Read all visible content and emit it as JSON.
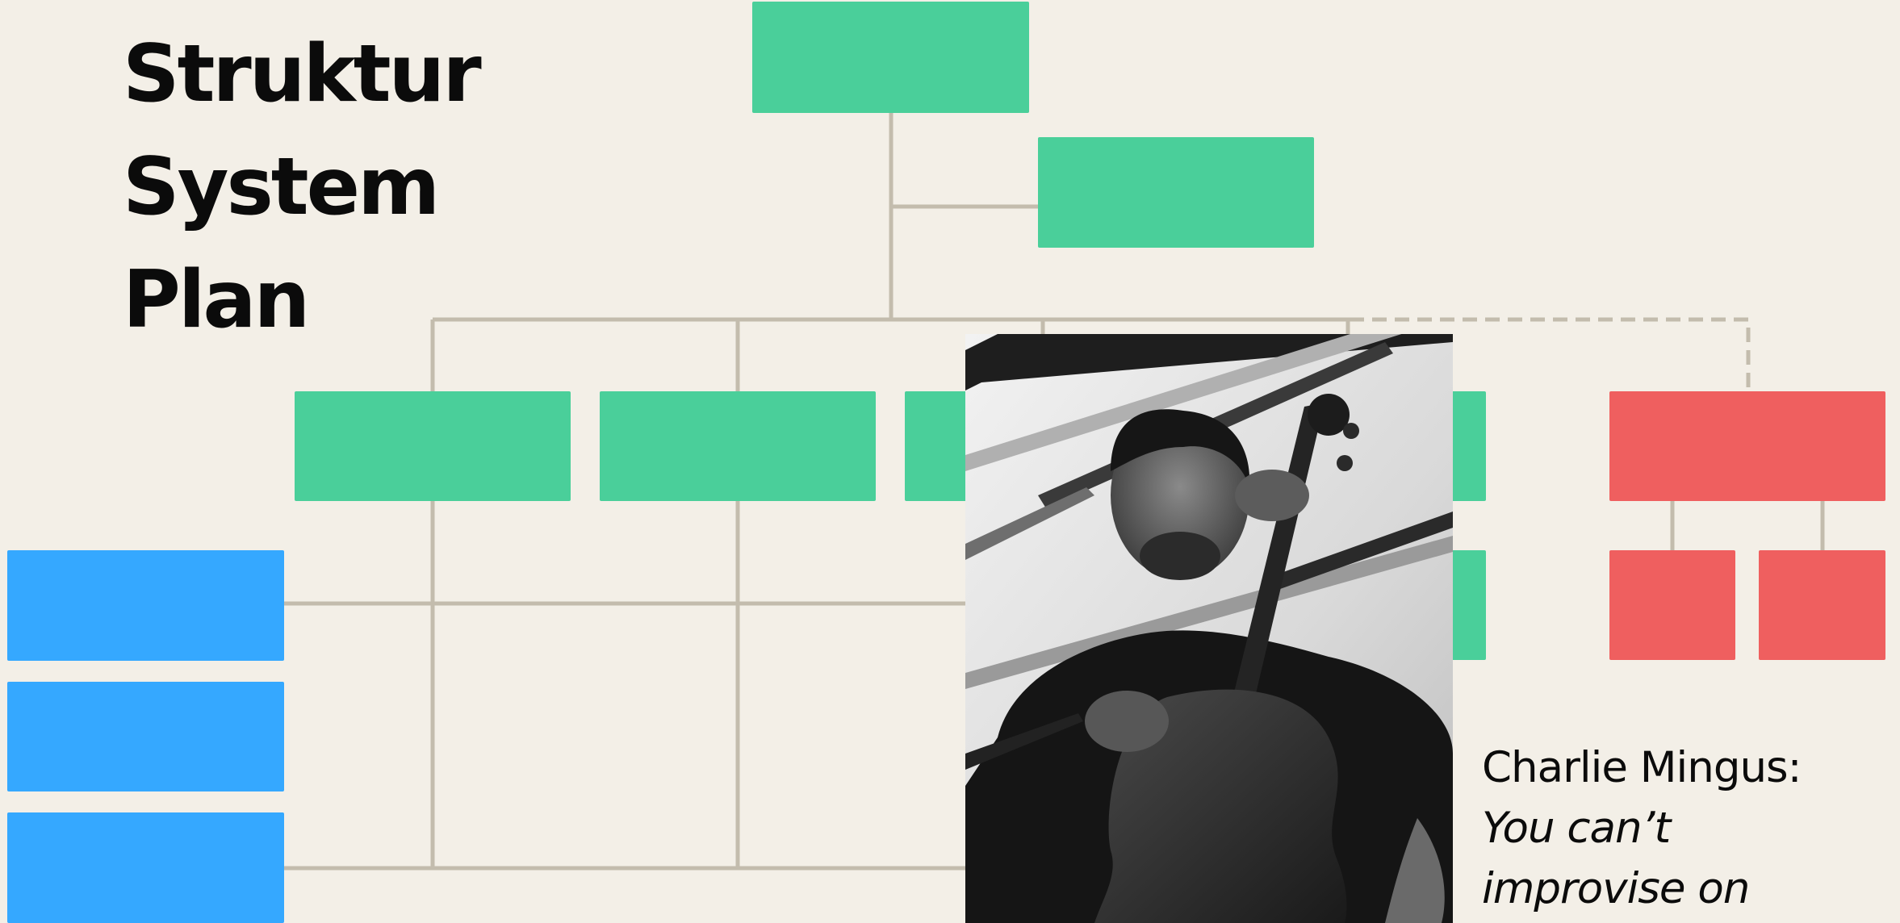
{
  "title": {
    "line1": "Struktur",
    "line2": "System",
    "line3": "Plan"
  },
  "photo": {
    "icon": "musician-with-double-bass-photo"
  },
  "quote": {
    "author": "Charlie Mingus:",
    "text": "You can’t improvise on"
  },
  "colors": {
    "background": "#f3efe7",
    "connector": "#c3bcad",
    "green_box": "#4acf9a",
    "blue_box": "#35a8ff",
    "red_box": "#ef5f5f"
  }
}
